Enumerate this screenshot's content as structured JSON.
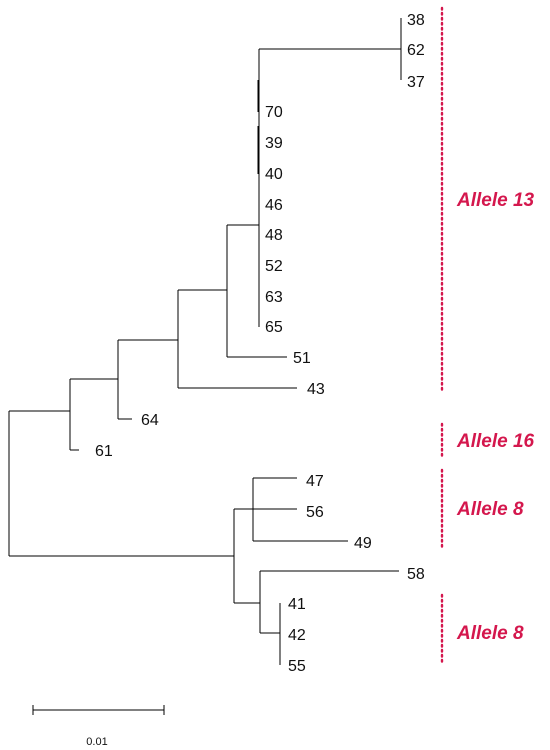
{
  "tips": {
    "t38": "38",
    "t62": "62",
    "t37": "37",
    "t70": "70",
    "t39": "39",
    "t40": "40",
    "t46": "46",
    "t48": "48",
    "t52": "52",
    "t63": "63",
    "t65": "65",
    "t51": "51",
    "t43": "43",
    "t64": "64",
    "t61": "61",
    "t47": "47",
    "t56": "56",
    "t49": "49",
    "t58": "58",
    "t41": "41",
    "t42": "42",
    "t55": "55"
  },
  "clades": {
    "allele13": "Allele 13",
    "allele16": "Allele 16",
    "allele8a": "Allele 8",
    "allele8b": "Allele 8"
  },
  "scale_bar": {
    "label": "0.01",
    "value": 0.01
  },
  "colors": {
    "branch": "#000000",
    "clade": "#d4174d"
  }
}
